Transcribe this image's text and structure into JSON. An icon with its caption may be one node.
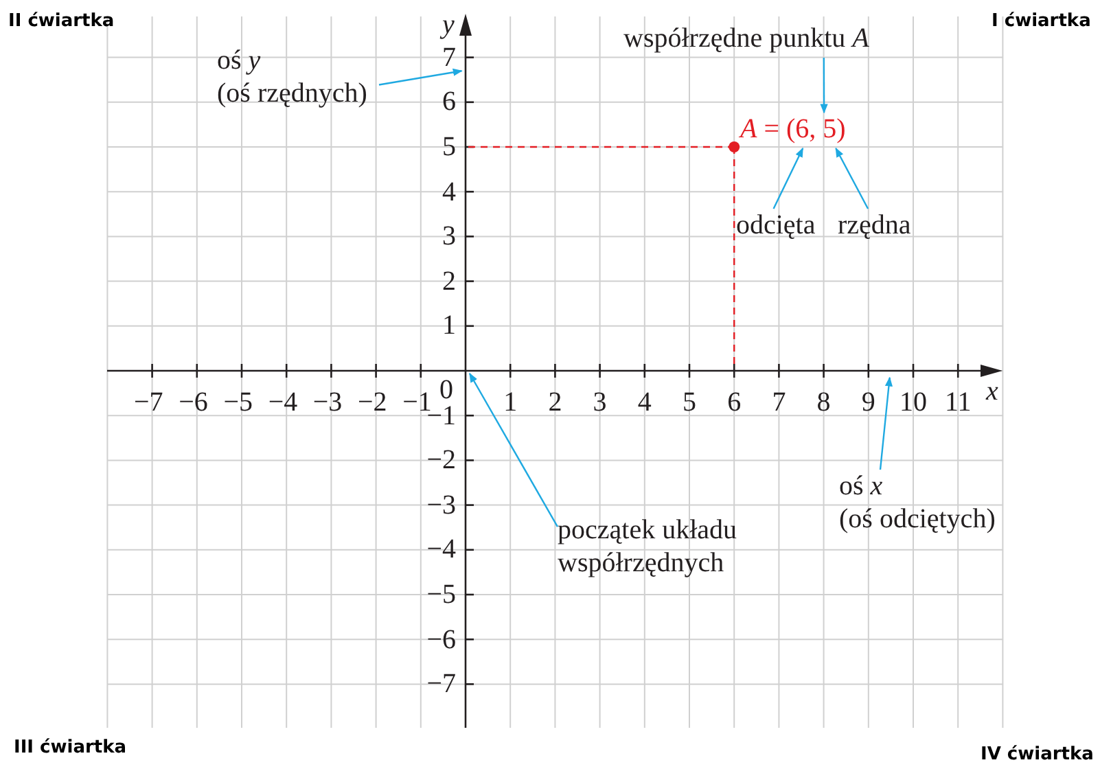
{
  "diagram": {
    "nodes": [
      {
        "text": [
          "oś *y*",
          "(oś rzędnych)"
        ]
      },
      {
        "text": [
          "współrzędne punktu *A*"
        ]
      },
      {
        "text": [
          "*A* = (6, 5)"
        ]
      },
      {
        "text": [
          "odcięta"
        ]
      },
      {
        "text": [
          "rzędna"
        ]
      },
      {
        "text": [
          "początek układu współrzędnych"
        ]
      },
      {
        "text": [
          "oś *x*",
          "(oś odciętych)"
        ]
      },
      {
        "text": [],
        "shape": "arrow"
      },
      {
        "text": [],
        "shape": "arrow"
      },
      {
        "text": [
          "0"
        ]
      }
    ],
    "edges": [
      {
        "from": 0,
        "to": 7,
        "arrow": "to"
      },
      {
        "from": 1,
        "to": 2,
        "arrow": "to"
      },
      {
        "from": 3,
        "to": 2,
        "arrow": "to"
      },
      {
        "from": 4,
        "to": 2,
        "arrow": "to"
      },
      {
        "from": 5,
        "to": 9,
        "arrow": "to"
      },
      {
        "from": 6,
        "to": 8,
        "arrow": "to"
      }
    ],
    "labels": [
      "II ćwiartka",
      "I ćwiartka",
      "III ćwiartka",
      "IV ćwiartka",
      "y",
      "x",
      "7",
      "6",
      "5",
      "4",
      "3",
      "2",
      "1",
      "−1",
      "−2",
      "−3",
      "−4",
      "−5",
      "−6",
      "−7",
      "−7",
      "−6",
      "−5",
      "−4",
      "−3",
      "−2",
      "−1",
      "1",
      "2",
      "3",
      "4",
      "5",
      "6",
      "7",
      "8",
      "9",
      "10",
      "11"
    ]
  }
}
